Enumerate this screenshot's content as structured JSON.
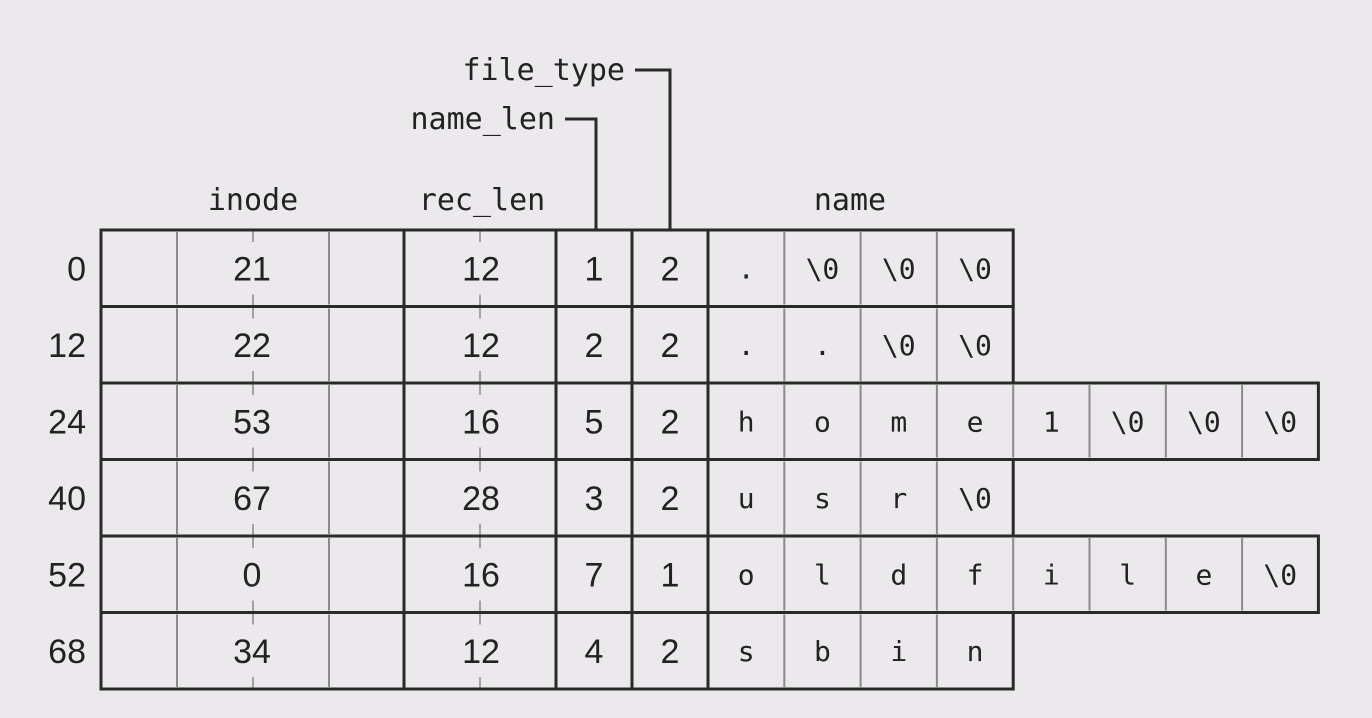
{
  "header": {
    "file_type": "file_type",
    "name_len": "name_len",
    "inode": "inode",
    "rec_len": "rec_len",
    "name": "name"
  },
  "rows": [
    {
      "offset": "0",
      "inode": "21",
      "rec_len": "12",
      "name_len": "1",
      "file_type": "2",
      "name": [
        ".",
        "\\0",
        "\\0",
        "\\0"
      ]
    },
    {
      "offset": "12",
      "inode": "22",
      "rec_len": "12",
      "name_len": "2",
      "file_type": "2",
      "name": [
        ".",
        ".",
        "\\0",
        "\\0"
      ]
    },
    {
      "offset": "24",
      "inode": "53",
      "rec_len": "16",
      "name_len": "5",
      "file_type": "2",
      "name": [
        "h",
        "o",
        "m",
        "e",
        "1",
        "\\0",
        "\\0",
        "\\0"
      ]
    },
    {
      "offset": "40",
      "inode": "67",
      "rec_len": "28",
      "name_len": "3",
      "file_type": "2",
      "name": [
        "u",
        "s",
        "r",
        "\\0"
      ]
    },
    {
      "offset": "52",
      "inode": "0",
      "rec_len": "16",
      "name_len": "7",
      "file_type": "1",
      "name": [
        "o",
        "l",
        "d",
        "f",
        "i",
        "l",
        "e",
        "\\0"
      ]
    },
    {
      "offset": "68",
      "inode": "34",
      "rec_len": "12",
      "name_len": "4",
      "file_type": "2",
      "name": [
        "s",
        "b",
        "i",
        "n"
      ]
    }
  ]
}
